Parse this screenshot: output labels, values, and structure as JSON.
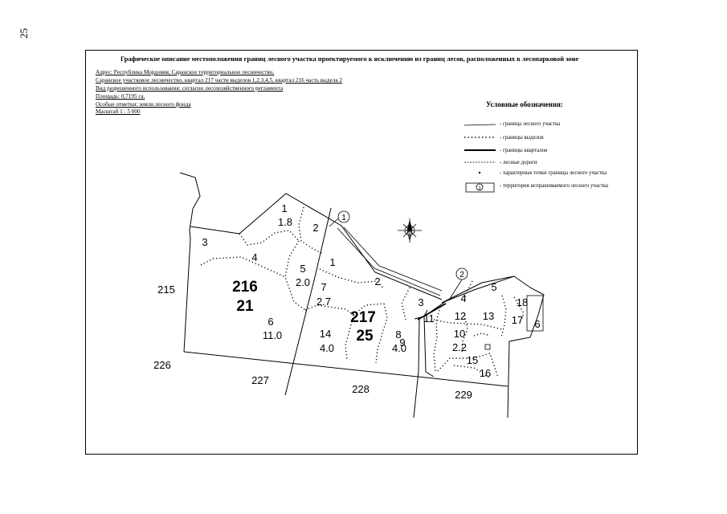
{
  "page_number": "25",
  "title": "Графическое описание местоположения границ лесного участка проектируемого к исключению из границ лесов, расположенных в лесопарковой зоне",
  "info": {
    "address": "Адрес: Республика Мордовия, Саранское территориальное лесничество,",
    "forestry": "Саранское участковое лесничество, квартал 217 части выделов 1,2,3,4,5, квартал 216 часть выдела 2",
    "usage": "Вид разрешенного использования: согласно лесохозяйственного регламента",
    "area": "Площадь: 0,7195 га.",
    "notes": "Особые отметки: земли лесного фонда",
    "scale": "Масштаб 1 : 5 000"
  },
  "legend": {
    "title": "Условные обозначения:",
    "items": [
      {
        "label": "- граница лесного участка",
        "symbol": "plot-boundary-line"
      },
      {
        "label": "- границы выделов",
        "symbol": "dotted-line"
      },
      {
        "label": "- границы кварталов",
        "symbol": "thick-line"
      },
      {
        "label": "- лесные дороги",
        "symbol": "dashed-line"
      },
      {
        "label": "- характерные точки границы лесного участка",
        "symbol": "dot"
      },
      {
        "label": "- территория испрашиваемого лесного участка",
        "symbol": "circled-number-box",
        "box_text": "1"
      }
    ]
  },
  "map": {
    "quarters": [
      {
        "number": "216",
        "bold": true
      },
      {
        "number": "217",
        "bold": true
      },
      {
        "number": "215",
        "bold": false
      },
      {
        "number": "226",
        "bold": false
      },
      {
        "number": "227",
        "bold": false
      },
      {
        "number": "228",
        "bold": false
      },
      {
        "number": "229",
        "bold": false
      }
    ],
    "quarter_areas": [
      "21",
      "25"
    ],
    "plot_points": [
      "1",
      "2"
    ],
    "compartments": [
      {
        "number": "1",
        "area": "1.8"
      },
      {
        "number": "2",
        "area": ""
      },
      {
        "number": "3",
        "area": ""
      },
      {
        "number": "4",
        "area": ""
      },
      {
        "number": "5",
        "area": "2.0"
      },
      {
        "number": "6",
        "area": "11.0"
      },
      {
        "number": "7",
        "area": "2.7"
      },
      {
        "number": "1",
        "area": ""
      },
      {
        "number": "2",
        "area": ""
      },
      {
        "number": "3",
        "area": ""
      },
      {
        "number": "14",
        "area": "4.0"
      },
      {
        "number": "8",
        "area": "4.0"
      },
      {
        "number": "9",
        "area": ""
      },
      {
        "number": "11",
        "area": ""
      },
      {
        "number": "4",
        "area": ""
      },
      {
        "number": "5",
        "area": ""
      },
      {
        "number": "12",
        "area": ""
      },
      {
        "number": "13",
        "area": ""
      },
      {
        "number": "18",
        "area": ""
      },
      {
        "number": "17",
        "area": ""
      },
      {
        "number": "6",
        "area": ""
      },
      {
        "number": "10",
        "area": "2.2"
      },
      {
        "number": "15",
        "area": ""
      },
      {
        "number": "16",
        "area": ""
      }
    ]
  }
}
